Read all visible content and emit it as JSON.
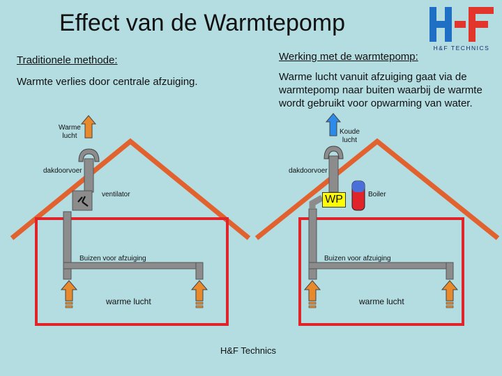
{
  "title": "Effect van de Warmtepomp",
  "logo": {
    "text": "H&F TECHNICS",
    "colors": {
      "blue": "#1f6fc4",
      "red": "#e2362d"
    }
  },
  "left": {
    "heading": "Traditionele methode:",
    "description": "Warmte verlies door centrale afzuiging.",
    "labels": {
      "warm_air_out": "Warme\nlucht",
      "roof_duct": "dakdoorvoer",
      "fan": "ventilator",
      "pipes": "Buizen voor afzuiging",
      "warm_air": "warme lucht"
    }
  },
  "right": {
    "heading": "Werking met de warmtepomp:",
    "description": "Warme lucht vanuit afzuiging gaat via de warmtepomp naar buiten waarbij de warmte wordt gebruikt voor opwarming van water.",
    "labels": {
      "cold_air_out": "Koude\nlucht",
      "roof_duct": "dakdoorvoer",
      "heat_pump": "WP",
      "boiler": "Boiler",
      "pipes": "Buizen voor afzuiging",
      "warm_air": "warme lucht"
    }
  },
  "footer": "H&F Technics",
  "colors": {
    "background": "#b4dde2",
    "wall": "#e0242a",
    "roof": "#e2622f",
    "pipe": "#8c8c8c",
    "warm_arrow": "#e88a2c",
    "cold_arrow": "#2c8be8"
  }
}
